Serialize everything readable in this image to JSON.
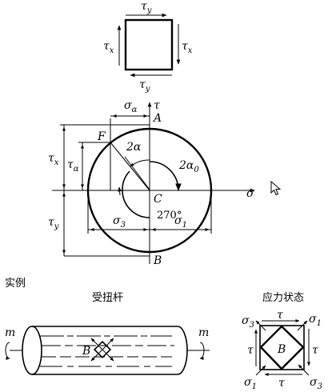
{
  "top_element": {
    "tau_y": {
      "sym": "τ",
      "sub": "y"
    },
    "tau_x": {
      "sym": "τ",
      "sub": "x"
    }
  },
  "mohr_circle": {
    "sigma_alpha": {
      "sym": "σ",
      "sub": "α"
    },
    "tau_axis": "τ",
    "point_A": "A",
    "point_F": "F",
    "angle_2alpha": "2α",
    "angle_2alpha0": {
      "sym": "2α",
      "sub": "0"
    },
    "center_C": "C",
    "angle_270": "270°",
    "sigma_axis": "σ",
    "tau_x": {
      "sym": "τ",
      "sub": "x"
    },
    "tau_alpha": {
      "sym": "τ",
      "sub": "α"
    },
    "tau_y": {
      "sym": "τ",
      "sub": "y"
    },
    "sigma_3": {
      "sym": "σ",
      "sub": "3"
    },
    "sigma_1": {
      "sym": "σ",
      "sub": "1"
    },
    "point_B": "B"
  },
  "example": {
    "heading": "实例",
    "shaft_title": "受扭杆",
    "state_title": "应力状态",
    "moment_left": "m",
    "moment_right": "m",
    "point_B": "B"
  },
  "stress_state": {
    "sigma_3_tl": {
      "sym": "σ",
      "sub": "3"
    },
    "tau_top": "τ",
    "sigma_1_tr": {
      "sym": "σ",
      "sub": "1"
    },
    "tau_left": "τ",
    "tau_right": "τ",
    "point_B": "B",
    "sigma_1_bl": {
      "sym": "σ",
      "sub": "1"
    },
    "tau_bottom": "τ",
    "sigma_3_br": {
      "sym": "σ",
      "sub": "3"
    }
  }
}
